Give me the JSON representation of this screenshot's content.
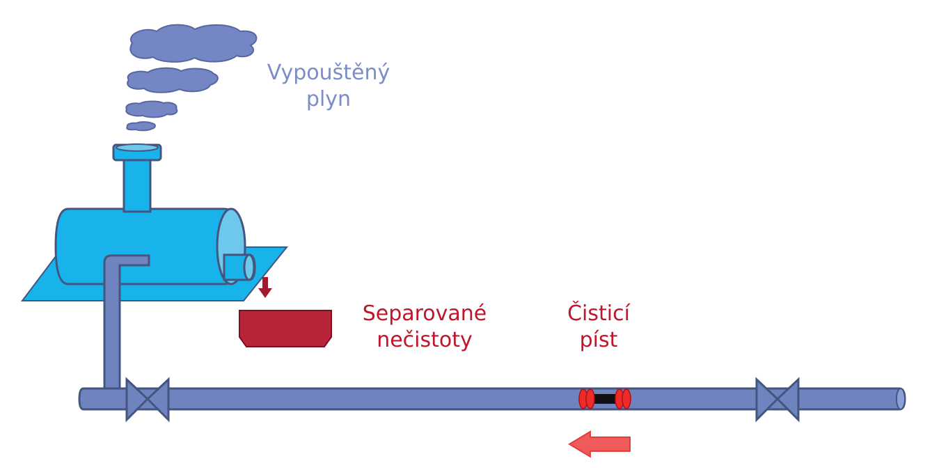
{
  "labels": {
    "vented_gas": {
      "line1": "Vypouštěný",
      "line2": "plyn"
    },
    "separated_impurities": {
      "line1": "Separované",
      "line2": "nečistoty"
    },
    "cleaning_pig": {
      "line1": "Čisticí",
      "line2": "píst"
    }
  },
  "colors": {
    "gas_text": "#7c8cc8",
    "red_text": "#c0152a",
    "pipe_fill": "#6f84bf",
    "pipe_stroke": "#44557f",
    "tank_fill": "#17b3ea",
    "tank_end_fill": "#6ec8ec",
    "tray_fill": "#17b3ea",
    "impurities_fill": "#b8253a",
    "pig_red": "#ee2b2b",
    "arrow_red": "#ef5a5a"
  },
  "icons": {
    "flow_arrow": "left-arrow-icon",
    "drop_arrow": "down-arrow-icon",
    "valves": "valve-icon"
  }
}
